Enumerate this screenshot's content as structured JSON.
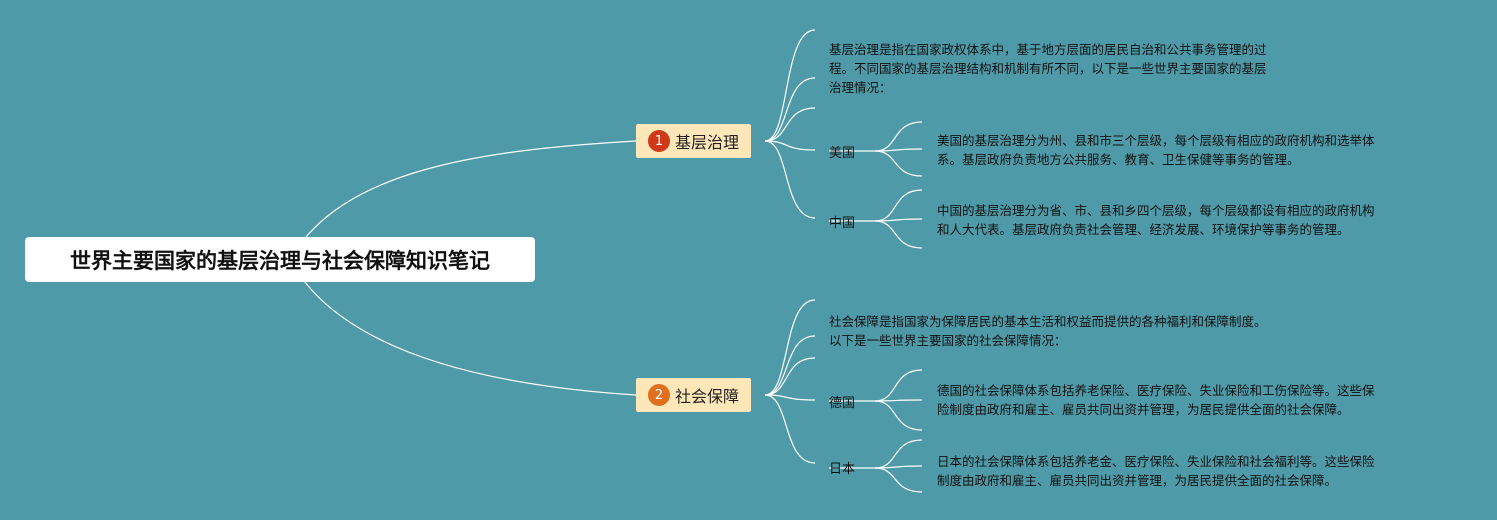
{
  "root": {
    "title": "世界主要国家的基层治理与社会保障知识笔记"
  },
  "branches": [
    {
      "number": "1",
      "label": "基层治理",
      "badge_color": "#d0381a",
      "intro": [
        "基层治理是指在国家政权体系中，基于地方层面的居民自治和公共事务管理的过",
        "程。不同国家的基层治理结构和机制有所不同，以下是一些世界主要国家的基层",
        "治理情况："
      ],
      "countries": [
        {
          "name": "美国",
          "detail": [
            "美国的基层治理分为州、县和市三个层级，每个层级有相应的政府机构和选举体",
            "系。基层政府负责地方公共服务、教育、卫生保健等事务的管理。"
          ]
        },
        {
          "name": "中国",
          "detail": [
            "中国的基层治理分为省、市、县和乡四个层级，每个层级都设有相应的政府机构",
            "和人大代表。基层政府负责社会管理、经济发展、环境保护等事务的管理。"
          ]
        }
      ]
    },
    {
      "number": "2",
      "label": "社会保障",
      "badge_color": "#e07020",
      "intro": [
        "社会保障是指国家为保障居民的基本生活和权益而提供的各种福利和保障制度。",
        "以下是一些世界主要国家的社会保障情况："
      ],
      "countries": [
        {
          "name": "德国",
          "detail": [
            "德国的社会保障体系包括养老保险、医疗保险、失业保险和工伤保险等。这些保",
            "险制度由政府和雇主、雇员共同出资并管理，为居民提供全面的社会保障。"
          ]
        },
        {
          "name": "日本",
          "detail": [
            "日本的社会保障体系包括养老金、医疗保险、失业保险和社会福利等。这些保险",
            "制度由政府和雇主、雇员共同出资并管理，为居民提供全面的社会保障。"
          ]
        }
      ]
    }
  ]
}
